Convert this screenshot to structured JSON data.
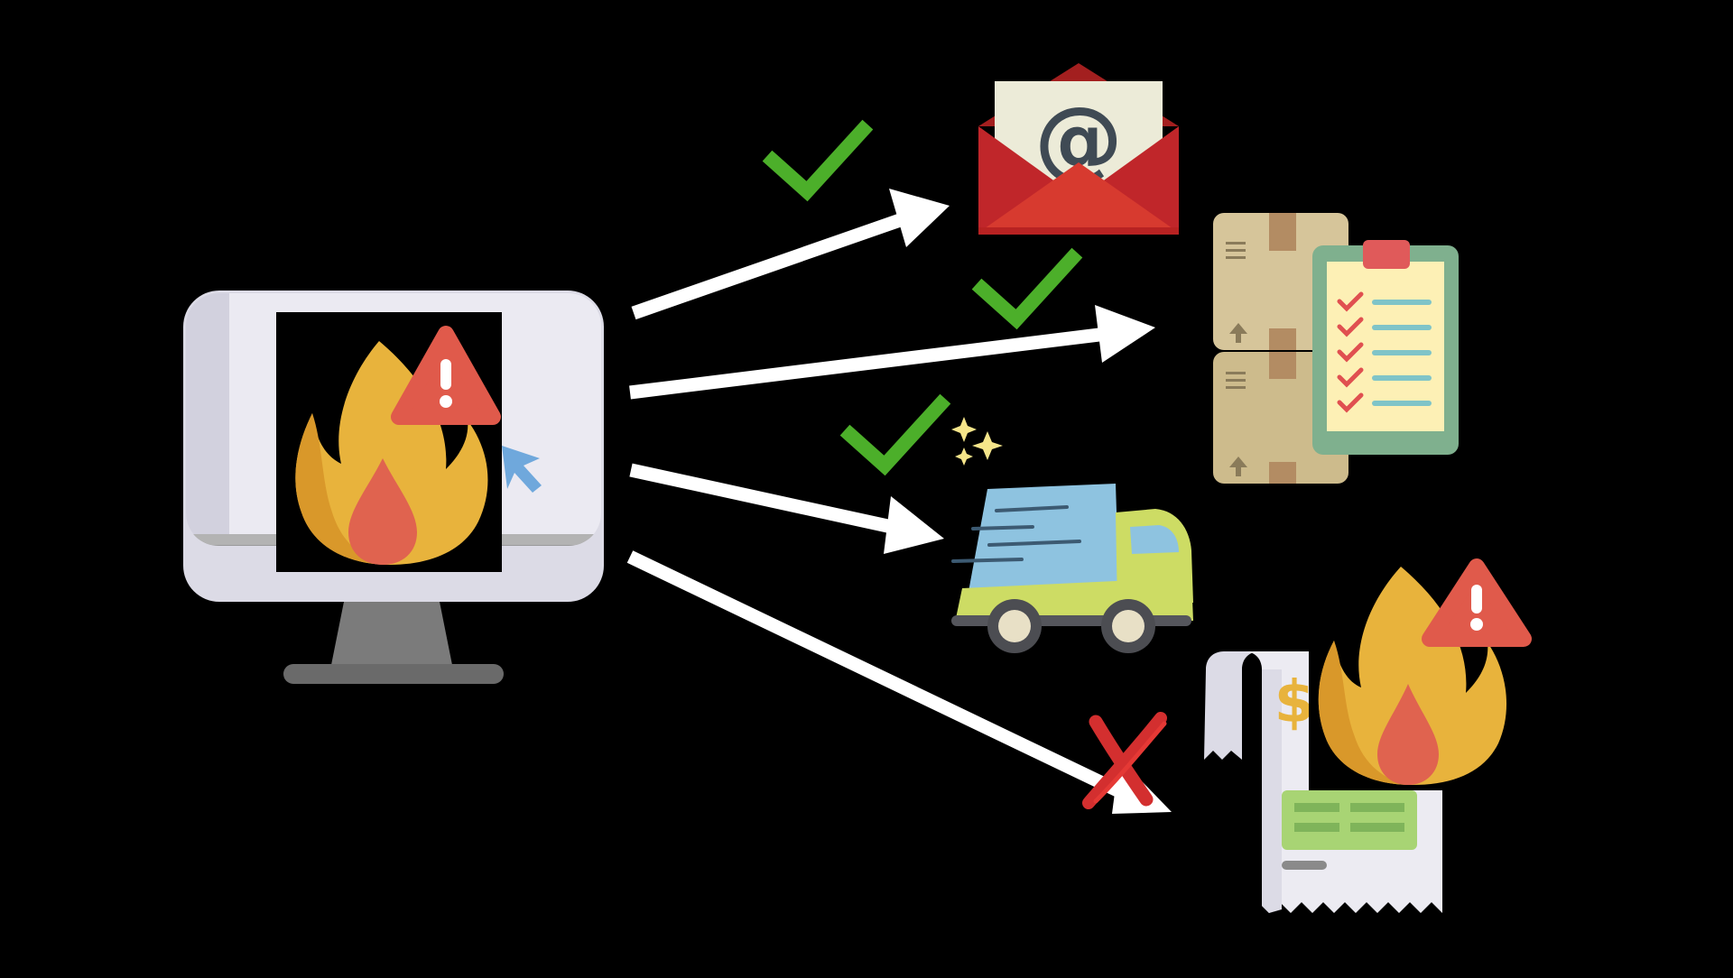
{
  "diagram": {
    "background": "#000000",
    "source": {
      "name": "computer",
      "icon": "monitor-on-fire-icon",
      "state": "incident"
    },
    "flows": [
      {
        "target": "email",
        "icon": "email-envelope-icon",
        "status": "success",
        "status_icon": "check-icon"
      },
      {
        "target": "inventory",
        "icon": "boxes-and-checklist-icon",
        "status": "success",
        "status_icon": "check-icon"
      },
      {
        "target": "delivery",
        "icon": "delivery-truck-icon",
        "status": "success",
        "status_icon": "check-icon"
      },
      {
        "target": "billing",
        "icon": "receipt-on-fire-icon",
        "status": "failure",
        "status_icon": "cross-icon"
      }
    ],
    "glyphs": {
      "email_symbol": "@",
      "currency_symbol": "$"
    },
    "colors": {
      "arrow": "#ffffff",
      "success": "#4caf2a",
      "failure": "#d32f2f",
      "flame_outer": "#e8b33c",
      "flame_inner": "#e0634f",
      "warning": "#e05a4b",
      "envelope": "#c62828",
      "box": "#d6c59a",
      "clipboard": "#7fb08e",
      "truck_body": "#cddc64",
      "truck_window": "#8ec3e0"
    }
  }
}
